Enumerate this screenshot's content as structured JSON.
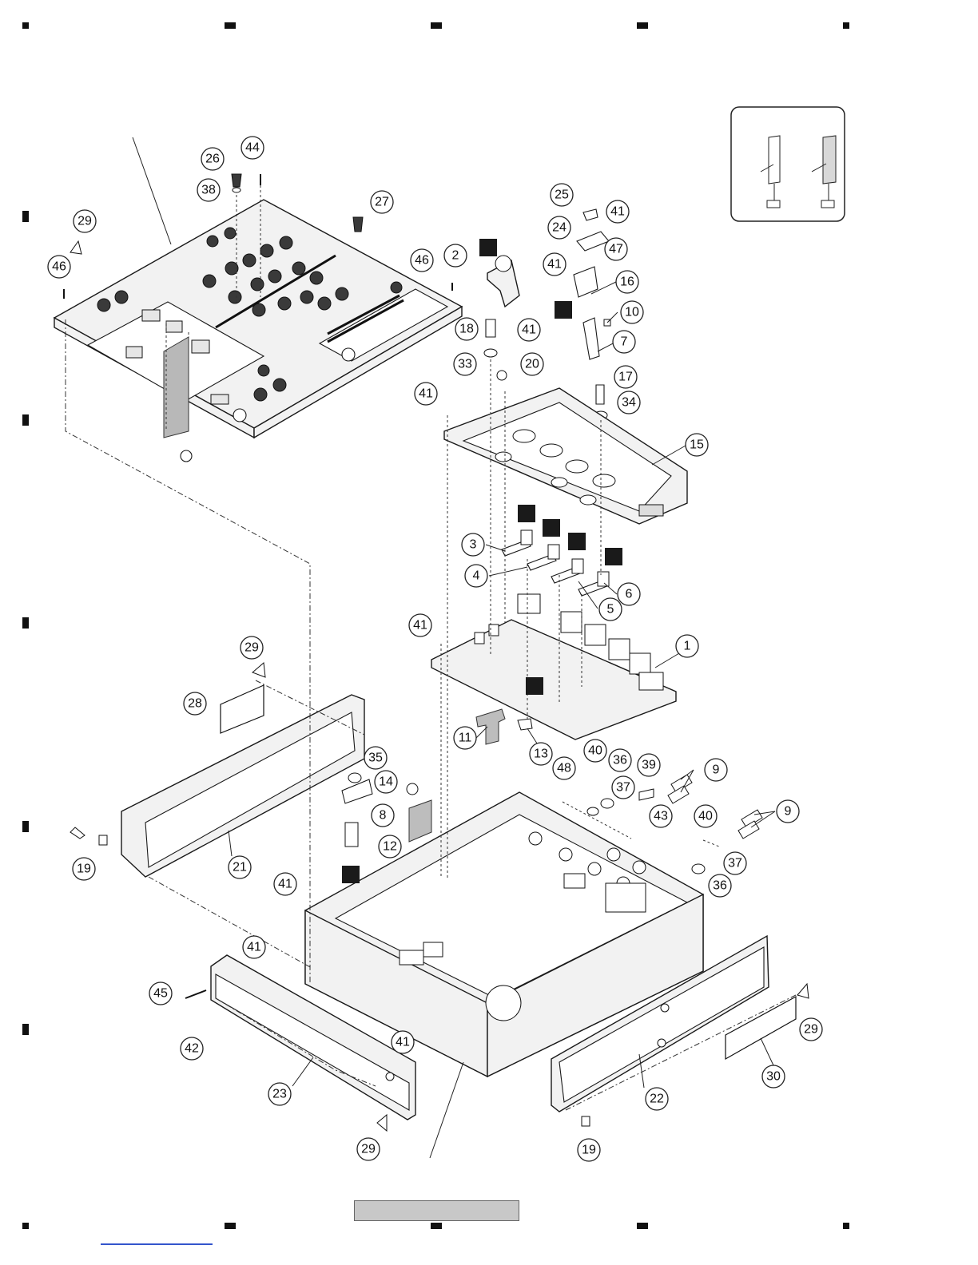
{
  "callouts": [
    {
      "n": "1"
    },
    {
      "n": "2"
    },
    {
      "n": "3"
    },
    {
      "n": "4"
    },
    {
      "n": "5"
    },
    {
      "n": "6"
    },
    {
      "n": "7"
    },
    {
      "n": "8"
    },
    {
      "n": "9"
    },
    {
      "n": "9"
    },
    {
      "n": "10"
    },
    {
      "n": "11"
    },
    {
      "n": "12"
    },
    {
      "n": "13"
    },
    {
      "n": "14"
    },
    {
      "n": "15"
    },
    {
      "n": "16"
    },
    {
      "n": "17"
    },
    {
      "n": "18"
    },
    {
      "n": "19"
    },
    {
      "n": "19"
    },
    {
      "n": "20"
    },
    {
      "n": "21"
    },
    {
      "n": "22"
    },
    {
      "n": "23"
    },
    {
      "n": "24"
    },
    {
      "n": "25"
    },
    {
      "n": "26"
    },
    {
      "n": "27"
    },
    {
      "n": "28"
    },
    {
      "n": "29"
    },
    {
      "n": "29"
    },
    {
      "n": "29"
    },
    {
      "n": "29"
    },
    {
      "n": "30"
    },
    {
      "n": "33"
    },
    {
      "n": "34"
    },
    {
      "n": "35"
    },
    {
      "n": "36"
    },
    {
      "n": "36"
    },
    {
      "n": "37"
    },
    {
      "n": "37"
    },
    {
      "n": "38"
    },
    {
      "n": "39"
    },
    {
      "n": "40"
    },
    {
      "n": "40"
    },
    {
      "n": "41"
    },
    {
      "n": "41"
    },
    {
      "n": "41"
    },
    {
      "n": "41"
    },
    {
      "n": "41"
    },
    {
      "n": "41"
    },
    {
      "n": "41"
    },
    {
      "n": "41"
    },
    {
      "n": "42"
    },
    {
      "n": "43"
    },
    {
      "n": "44"
    },
    {
      "n": "45"
    },
    {
      "n": "46"
    },
    {
      "n": "46"
    },
    {
      "n": "47"
    },
    {
      "n": "48"
    }
  ],
  "colors": {
    "ink": "#1a1a1a",
    "footer_bar": "#c8c8c8",
    "footer_link": "#3355cc"
  }
}
